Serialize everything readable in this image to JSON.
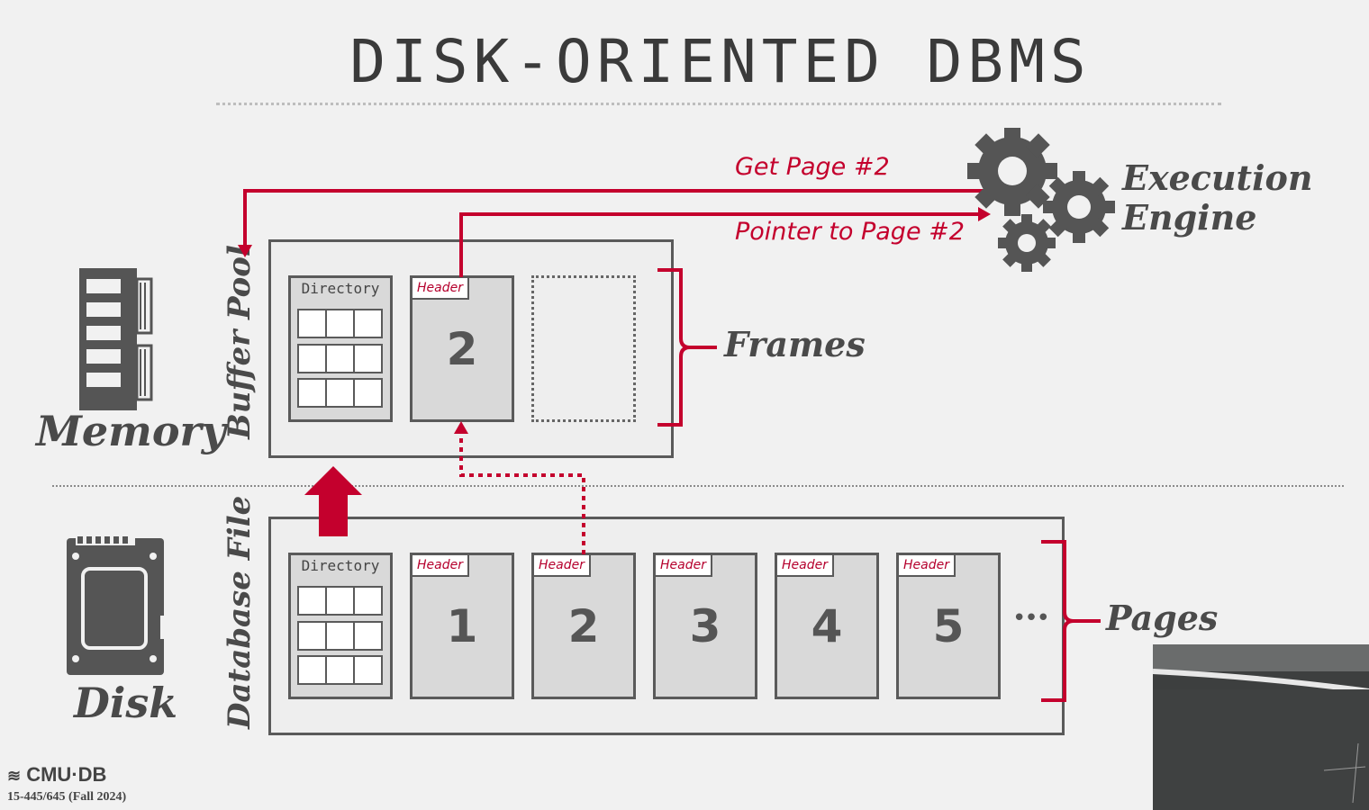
{
  "title": "DISK-ORIENTED DBMS",
  "memory_label": "Memory",
  "disk_label": "Disk",
  "buffer_pool_label": "Buffer Pool",
  "database_file_label": "Database File",
  "frames_label": "Frames",
  "pages_label": "Pages",
  "execution_engine": {
    "line1": "Execution",
    "line2": "Engine"
  },
  "arrows": {
    "get_page": "Get Page #2",
    "pointer": "Pointer to Page #2"
  },
  "directory_label": "Directory",
  "header_label": "Header",
  "buffer_pool_pages": [
    "2"
  ],
  "disk_pages": [
    "1",
    "2",
    "3",
    "4",
    "5"
  ],
  "ellipsis": "•••",
  "footer": {
    "logo": "CMU·DB",
    "course": "15-445/645 (Fall 2024)"
  },
  "colors": {
    "accent": "#c4002d",
    "ink": "#4a4a4a",
    "box": "#5a5a5a"
  }
}
